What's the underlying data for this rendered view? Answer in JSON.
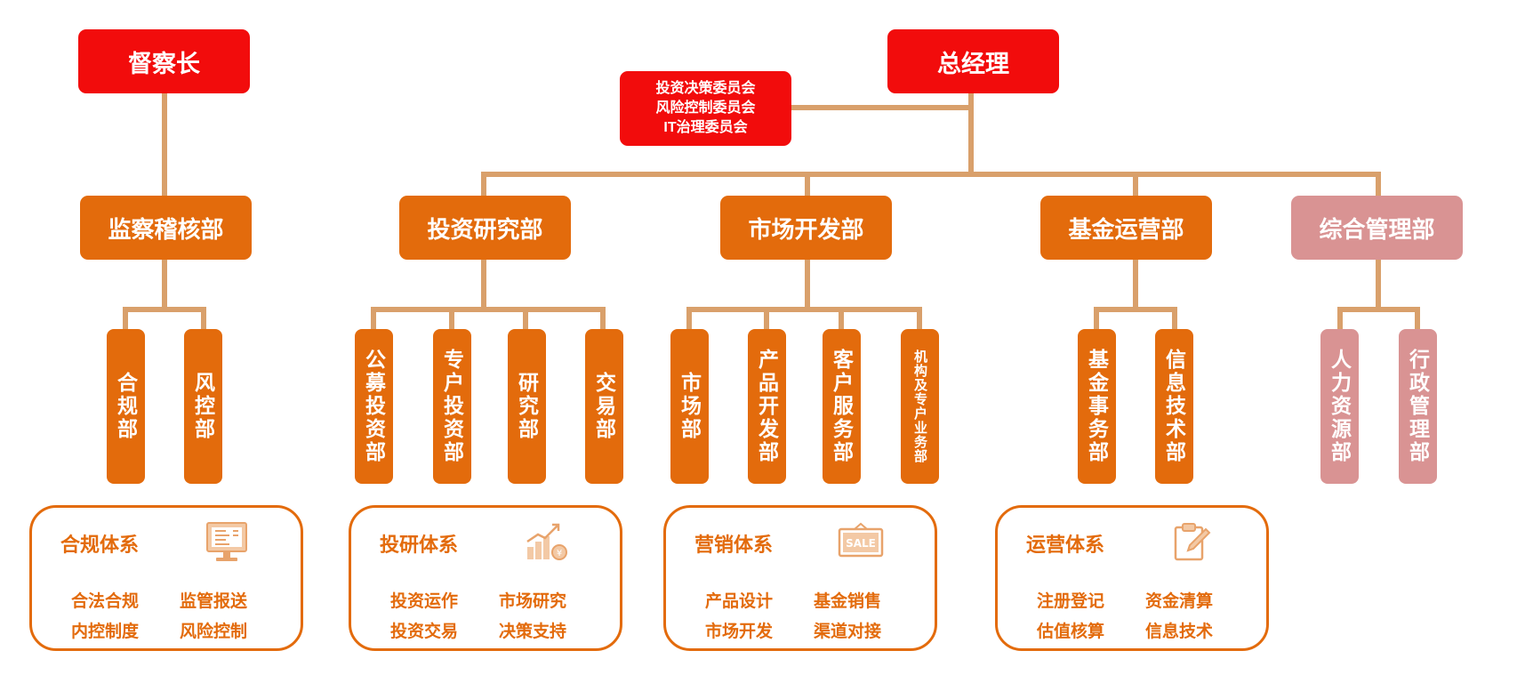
{
  "top": {
    "supervisor": "督察长",
    "gm": "总经理",
    "committees": [
      "投资决策委员会",
      "风险控制委员会",
      "IT治理委员会"
    ]
  },
  "departments": {
    "audit": "监察稽核部",
    "invest": "投资研究部",
    "market": "市场开发部",
    "fund": "基金运营部",
    "admin": "综合管理部"
  },
  "subdepts": {
    "audit": [
      "合规部",
      "风控部"
    ],
    "invest": [
      "公募投资部",
      "专户投资部",
      "研究部",
      "交易部"
    ],
    "market": [
      "市场部",
      "产品开发部",
      "客户服务部",
      "机构及专户业务部"
    ],
    "fund": [
      "基金事务部",
      "信息技术部"
    ],
    "admin": [
      "人力资源部",
      "行政管理部"
    ]
  },
  "panels": [
    {
      "title": "合规体系",
      "icon": "monitor-icon",
      "items": [
        "合法合规",
        "监管报送",
        "内控制度",
        "风险控制"
      ]
    },
    {
      "title": "投研体系",
      "icon": "growth-chart-icon",
      "items": [
        "投资运作",
        "市场研究",
        "投资交易",
        "决策支持"
      ]
    },
    {
      "title": "营销体系",
      "icon": "sale-tag-icon",
      "items": [
        "产品设计",
        "基金销售",
        "市场开发",
        "渠道对接"
      ]
    },
    {
      "title": "运营体系",
      "icon": "clipboard-edit-icon",
      "items": [
        "注册登记",
        "资金清算",
        "估值核算",
        "信息技术"
      ]
    }
  ],
  "colors": {
    "red": "#f20c0c",
    "orange": "#e36b0c",
    "pink": "#d99393",
    "connector": "#d9a06b"
  }
}
